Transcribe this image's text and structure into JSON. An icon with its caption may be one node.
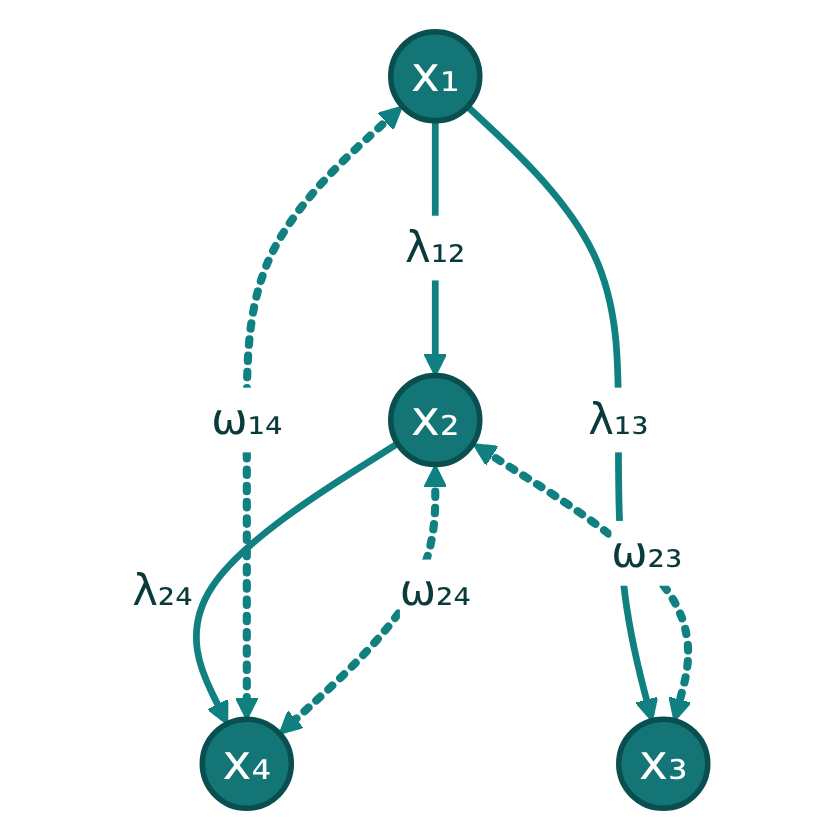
{
  "diagram": {
    "nodes": [
      {
        "text": [
          "x₁"
        ]
      },
      {
        "text": [
          "x₂"
        ]
      },
      {
        "text": [
          "x₃"
        ]
      },
      {
        "text": [
          "x₄"
        ]
      }
    ],
    "edges": [
      {
        "from": 0,
        "to": 1,
        "arrow": "to",
        "label": "λ₁₂"
      },
      {
        "from": 0,
        "to": 2,
        "arrow": "to",
        "label": "λ₁₃"
      },
      {
        "from": 1,
        "to": 3,
        "arrow": "to",
        "label": "λ₂₄"
      },
      {
        "from": 1,
        "to": 2,
        "arrow": "both",
        "label": "ω₂₃",
        "style": "dashed"
      },
      {
        "from": 0,
        "to": 3,
        "arrow": "both",
        "label": "ω₁₄",
        "style": "dashed"
      },
      {
        "from": 1,
        "to": 3,
        "arrow": "both",
        "label": "ω₂₄",
        "style": "dashed"
      }
    ]
  }
}
